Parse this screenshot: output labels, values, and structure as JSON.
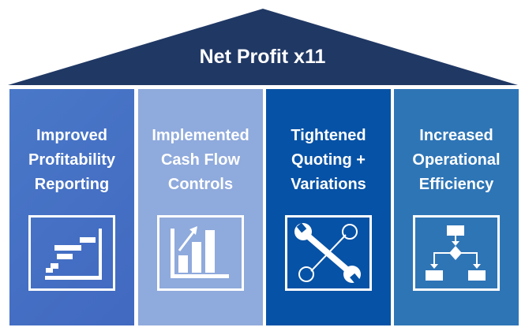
{
  "title": "Net Profit x11",
  "colors": {
    "roof": "#203864",
    "col1": "#4472c4",
    "col2": "#8faadc",
    "col3": "#0652a6",
    "col4": "#2e75b6"
  },
  "pillars": [
    {
      "label": "Improved\nProfitability\nReporting",
      "icon": "staircase-chart-icon"
    },
    {
      "label": "Implemented\nCash Flow\nControls",
      "icon": "growth-bar-chart-icon"
    },
    {
      "label": "Tightened\nQuoting +\nVariations",
      "icon": "wrenches-icon"
    },
    {
      "label": "Increased\nOperational\nEfficiency",
      "icon": "flowchart-icon"
    }
  ]
}
